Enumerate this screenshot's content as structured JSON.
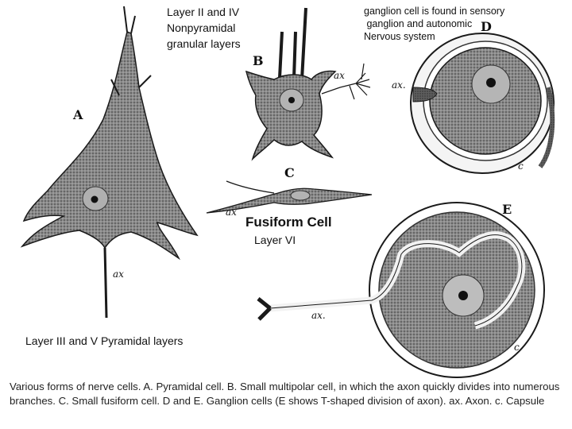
{
  "labels": {
    "layer_2_4": [
      "Layer II and IV",
      "Nonpyramidal",
      "granular layers"
    ],
    "ganglion_note": [
      "ganglion cell is found in sensory",
      " ganglion and autonomic",
      "Nervous system"
    ],
    "fusiform_title": "Fusiform Cell",
    "layer_6": "Layer VI",
    "layer_3_5": "Layer III and V  Pyramidal layers"
  },
  "figure_letters": {
    "a": "A",
    "b": "B",
    "c": "C",
    "d": "D",
    "e": "E"
  },
  "abbreviations": {
    "axon": "ax",
    "axon_dot": "ax.",
    "capsule": "c"
  },
  "caption": "Various forms of nerve cells. A. Pyramidal cell. B. Small multipolar cell, in which the axon quickly divides into numerous branches. C. Small fusiform cell. D and E. Ganglion cells (E shows T-shaped division of axon). ax. Axon. c. Capsule"
}
